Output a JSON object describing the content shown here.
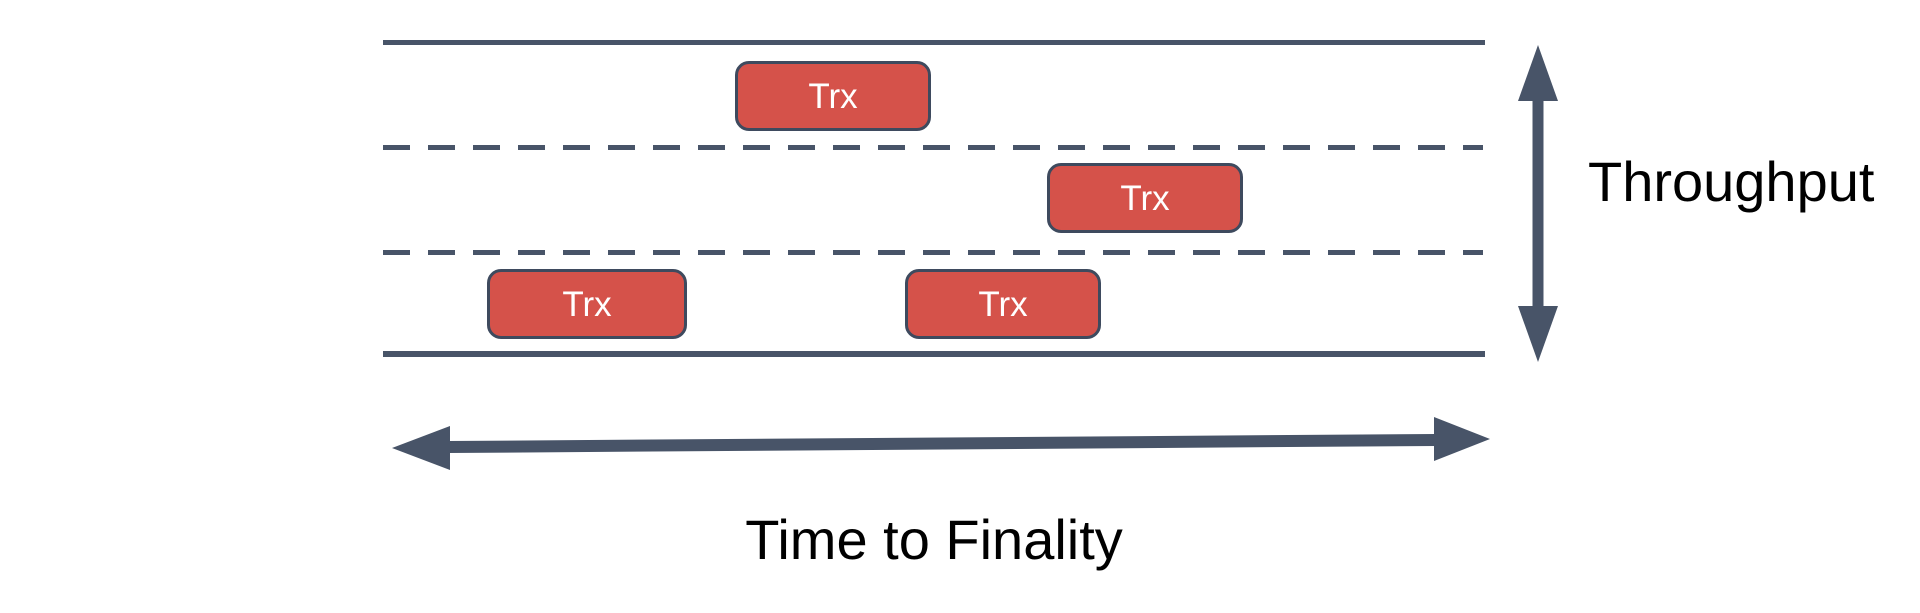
{
  "diagram": {
    "description": "Road-lanes metaphor diagram comparing blockchain throughput (lanes) and time to finality (road length)",
    "lane_count": 3
  },
  "labels": {
    "throughput": "Throughput",
    "time_to_finality": "Time to Finality"
  },
  "transactions": [
    {
      "label": "Trx",
      "lane": 1
    },
    {
      "label": "Trx",
      "lane": 2
    },
    {
      "label": "Trx",
      "lane": 3
    },
    {
      "label": "Trx",
      "lane": 3
    }
  ],
  "colors": {
    "line": "#485468",
    "box_fill": "#D5524A",
    "box_border": "#3E4A5E",
    "box_text": "#FFFFFF",
    "label_text": "#000000"
  }
}
